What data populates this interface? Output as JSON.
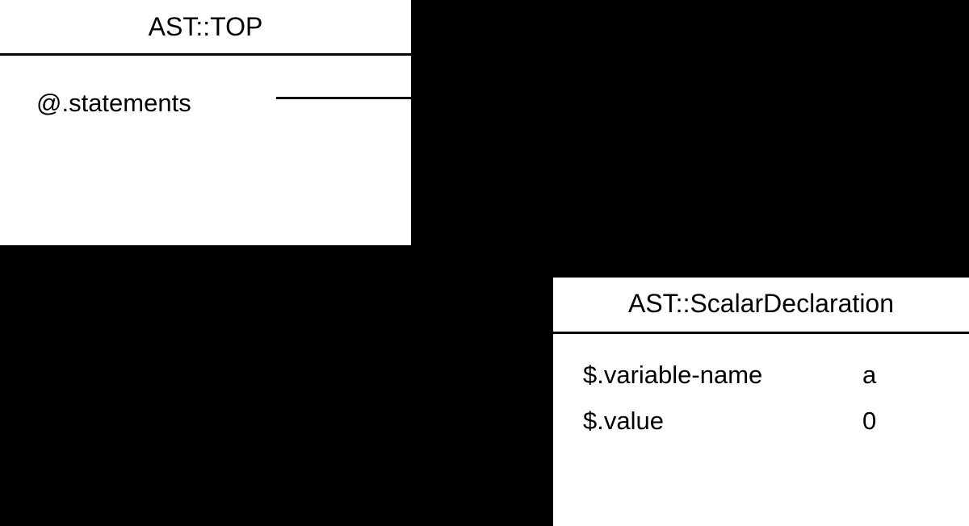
{
  "diagram": {
    "background_color": "#000000",
    "node_fill_color": "#ffffff",
    "line_color": "#000000",
    "nodes": [
      {
        "id": "ast-top",
        "title": "AST::TOP",
        "fields": [
          {
            "key": "@.statements",
            "value": ""
          }
        ]
      },
      {
        "id": "ast-scalar-declaration",
        "title": "AST::ScalarDeclaration",
        "fields": [
          {
            "key": "$.variable-name",
            "value": "a"
          },
          {
            "key": "$.value",
            "value": "0"
          }
        ]
      }
    ],
    "edges": [
      {
        "from": "ast-top.@.statements",
        "to": "ast-scalar-declaration"
      }
    ]
  }
}
